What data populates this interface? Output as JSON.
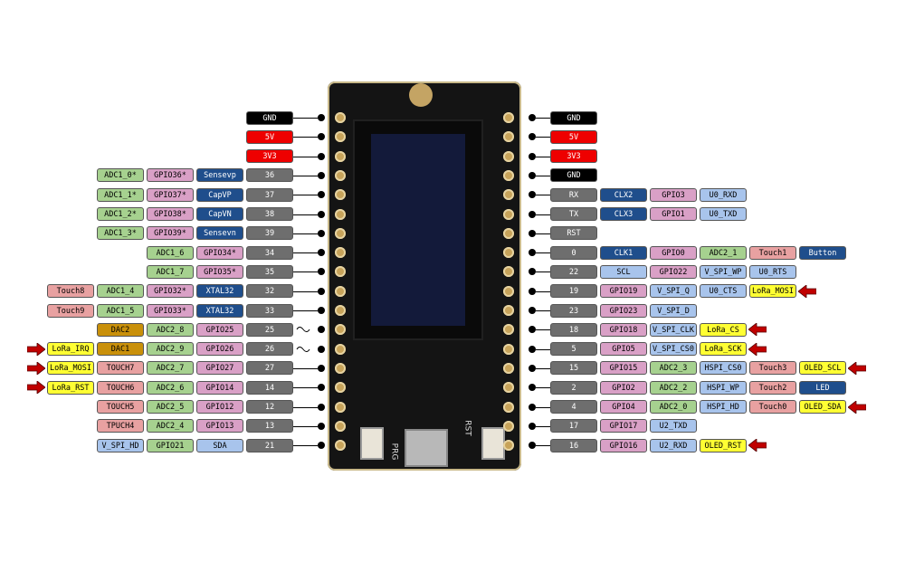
{
  "colors": {
    "black": "#000000",
    "red": "#ee0000",
    "blue": "#1f4e8c",
    "green": "#a6d18f",
    "pink": "#d9a0c6",
    "grey": "#6e6e6e",
    "lightblue": "#a8c4ec",
    "salmon": "#e8a1a1",
    "yellow": "#ffff33",
    "olive": "#c9900a",
    "arrow": "#c00000"
  },
  "board": {
    "labels": [
      "PRG",
      "RST"
    ]
  },
  "left_rows": [
    {
      "cells": [
        {
          "t": "GND",
          "c": "black"
        }
      ]
    },
    {
      "cells": [
        {
          "t": "5V",
          "c": "red"
        }
      ]
    },
    {
      "cells": [
        {
          "t": "3V3",
          "c": "red"
        }
      ]
    },
    {
      "cells": [
        {
          "t": "ADC1_0*",
          "c": "green"
        },
        {
          "t": "GPIO36*",
          "c": "pink"
        },
        {
          "t": "Sensevp",
          "c": "blue"
        },
        {
          "t": "36",
          "c": "grey"
        }
      ]
    },
    {
      "cells": [
        {
          "t": "ADC1_1*",
          "c": "green"
        },
        {
          "t": "GPIO37*",
          "c": "pink"
        },
        {
          "t": "CapVP",
          "c": "blue"
        },
        {
          "t": "37",
          "c": "grey"
        }
      ]
    },
    {
      "cells": [
        {
          "t": "ADC1_2*",
          "c": "green"
        },
        {
          "t": "GPIO38*",
          "c": "pink"
        },
        {
          "t": "CapVN",
          "c": "blue"
        },
        {
          "t": "38",
          "c": "grey"
        }
      ]
    },
    {
      "cells": [
        {
          "t": "ADC1_3*",
          "c": "green"
        },
        {
          "t": "GPIO39*",
          "c": "pink"
        },
        {
          "t": "Sensevn",
          "c": "blue"
        },
        {
          "t": "39",
          "c": "grey"
        }
      ]
    },
    {
      "cells": [
        {
          "t": "ADC1_6",
          "c": "green"
        },
        {
          "t": "GPIO34*",
          "c": "pink"
        },
        {
          "t": "34",
          "c": "grey"
        }
      ]
    },
    {
      "cells": [
        {
          "t": "ADC1_7",
          "c": "green"
        },
        {
          "t": "GPIO35*",
          "c": "pink"
        },
        {
          "t": "35",
          "c": "grey"
        }
      ]
    },
    {
      "cells": [
        {
          "t": "Touch8",
          "c": "salmon"
        },
        {
          "t": "ADC1_4",
          "c": "green"
        },
        {
          "t": "GPIO32*",
          "c": "pink"
        },
        {
          "t": "XTAL32",
          "c": "blue"
        },
        {
          "t": "32",
          "c": "grey"
        }
      ]
    },
    {
      "cells": [
        {
          "t": "Touch9",
          "c": "salmon"
        },
        {
          "t": "ADC1_5",
          "c": "green"
        },
        {
          "t": "GPIO33*",
          "c": "pink"
        },
        {
          "t": "XTAL32",
          "c": "blue"
        },
        {
          "t": "33",
          "c": "grey"
        }
      ]
    },
    {
      "cells": [
        {
          "t": "DAC2",
          "c": "olive"
        },
        {
          "t": "ADC2_8",
          "c": "green"
        },
        {
          "t": "GPIO25",
          "c": "pink"
        },
        {
          "t": "25",
          "c": "grey"
        }
      ],
      "wave": true
    },
    {
      "cells": [
        {
          "t": "LoRa_IRQ",
          "c": "yellow"
        },
        {
          "t": "DAC1",
          "c": "olive"
        },
        {
          "t": "ADC2_9",
          "c": "green"
        },
        {
          "t": "GPIO26",
          "c": "pink"
        },
        {
          "t": "26",
          "c": "grey"
        }
      ],
      "arrow": true,
      "wave": true
    },
    {
      "cells": [
        {
          "t": "LoRa_MOSI",
          "c": "yellow"
        },
        {
          "t": "TOUCH7",
          "c": "salmon"
        },
        {
          "t": "ADC2_7",
          "c": "green"
        },
        {
          "t": "GPIO27",
          "c": "pink"
        },
        {
          "t": "27",
          "c": "grey"
        }
      ],
      "arrow": true
    },
    {
      "cells": [
        {
          "t": "LoRa_RST",
          "c": "yellow"
        },
        {
          "t": "TOUCH6",
          "c": "salmon"
        },
        {
          "t": "ADC2_6",
          "c": "green"
        },
        {
          "t": "GPIO14",
          "c": "pink"
        },
        {
          "t": "14",
          "c": "grey"
        }
      ],
      "arrow": true
    },
    {
      "cells": [
        {
          "t": "TOUCH5",
          "c": "salmon"
        },
        {
          "t": "ADC2_5",
          "c": "green"
        },
        {
          "t": "GPIO12",
          "c": "pink"
        },
        {
          "t": "12",
          "c": "grey"
        }
      ]
    },
    {
      "cells": [
        {
          "t": "TPUCH4",
          "c": "salmon"
        },
        {
          "t": "ADC2_4",
          "c": "green"
        },
        {
          "t": "GPIO13",
          "c": "pink"
        },
        {
          "t": "13",
          "c": "grey"
        }
      ]
    },
    {
      "cells": [
        {
          "t": "V_SPI_HD",
          "c": "lightblue"
        },
        {
          "t": "GPIO21",
          "c": "green"
        },
        {
          "t": "SDA",
          "c": "lightblue"
        },
        {
          "t": "21",
          "c": "grey"
        }
      ]
    }
  ],
  "right_rows": [
    {
      "cells": [
        {
          "t": "GND",
          "c": "black"
        }
      ]
    },
    {
      "cells": [
        {
          "t": "5V",
          "c": "red"
        }
      ]
    },
    {
      "cells": [
        {
          "t": "3V3",
          "c": "red"
        }
      ]
    },
    {
      "cells": [
        {
          "t": "GND",
          "c": "black"
        }
      ]
    },
    {
      "cells": [
        {
          "t": "RX",
          "c": "grey"
        },
        {
          "t": "CLX2",
          "c": "blue"
        },
        {
          "t": "GPIO3",
          "c": "pink"
        },
        {
          "t": "U0_RXD",
          "c": "lightblue"
        }
      ]
    },
    {
      "cells": [
        {
          "t": "TX",
          "c": "grey"
        },
        {
          "t": "CLX3",
          "c": "blue"
        },
        {
          "t": "GPIO1",
          "c": "pink"
        },
        {
          "t": "U0_TXD",
          "c": "lightblue"
        }
      ]
    },
    {
      "cells": [
        {
          "t": "RST",
          "c": "grey"
        }
      ]
    },
    {
      "cells": [
        {
          "t": "0",
          "c": "grey"
        },
        {
          "t": "CLK1",
          "c": "blue"
        },
        {
          "t": "GPIO0",
          "c": "pink"
        },
        {
          "t": "ADC2_1",
          "c": "green"
        },
        {
          "t": "Touch1",
          "c": "salmon"
        },
        {
          "t": "Button",
          "c": "blue"
        }
      ]
    },
    {
      "cells": [
        {
          "t": "22",
          "c": "grey"
        },
        {
          "t": "SCL",
          "c": "lightblue"
        },
        {
          "t": "GPIO22",
          "c": "pink"
        },
        {
          "t": "V_SPI_WP",
          "c": "lightblue"
        },
        {
          "t": "U0_RTS",
          "c": "lightblue"
        }
      ]
    },
    {
      "cells": [
        {
          "t": "19",
          "c": "grey"
        },
        {
          "t": "GPIO19",
          "c": "pink"
        },
        {
          "t": "V_SPI_Q",
          "c": "lightblue"
        },
        {
          "t": "U0_CTS",
          "c": "lightblue"
        },
        {
          "t": "LoRa_MOSI",
          "c": "yellow"
        }
      ],
      "arrow": true
    },
    {
      "cells": [
        {
          "t": "23",
          "c": "grey"
        },
        {
          "t": "GPIO23",
          "c": "pink"
        },
        {
          "t": "V_SPI_D",
          "c": "lightblue"
        }
      ]
    },
    {
      "cells": [
        {
          "t": "18",
          "c": "grey"
        },
        {
          "t": "GPIO18",
          "c": "pink"
        },
        {
          "t": "V_SPI_CLK",
          "c": "lightblue"
        },
        {
          "t": "LoRa_CS",
          "c": "yellow"
        }
      ],
      "arrow": true
    },
    {
      "cells": [
        {
          "t": "5",
          "c": "grey"
        },
        {
          "t": "GPIO5",
          "c": "pink"
        },
        {
          "t": "V_SPI_CS0",
          "c": "lightblue"
        },
        {
          "t": "LoRa_SCK",
          "c": "yellow"
        }
      ],
      "arrow": true
    },
    {
      "cells": [
        {
          "t": "15",
          "c": "grey"
        },
        {
          "t": "GPIO15",
          "c": "pink"
        },
        {
          "t": "ADC2_3",
          "c": "green"
        },
        {
          "t": "HSPI_CS0",
          "c": "lightblue"
        },
        {
          "t": "Touch3",
          "c": "salmon"
        },
        {
          "t": "OLED_SCL",
          "c": "yellow"
        }
      ],
      "arrow": true
    },
    {
      "cells": [
        {
          "t": "2",
          "c": "grey"
        },
        {
          "t": "GPIO2",
          "c": "pink"
        },
        {
          "t": "ADC2_2",
          "c": "green"
        },
        {
          "t": "HSPI_WP",
          "c": "lightblue"
        },
        {
          "t": "Touch2",
          "c": "salmon"
        },
        {
          "t": "LED",
          "c": "blue"
        }
      ]
    },
    {
      "cells": [
        {
          "t": "4",
          "c": "grey"
        },
        {
          "t": "GPIO4",
          "c": "pink"
        },
        {
          "t": "ADC2_0",
          "c": "green"
        },
        {
          "t": "HSPI_HD",
          "c": "lightblue"
        },
        {
          "t": "Touch0",
          "c": "salmon"
        },
        {
          "t": "OLED_SDA",
          "c": "yellow"
        }
      ],
      "arrow": true
    },
    {
      "cells": [
        {
          "t": "17",
          "c": "grey"
        },
        {
          "t": "GPIO17",
          "c": "pink"
        },
        {
          "t": "U2_TXD",
          "c": "lightblue"
        }
      ]
    },
    {
      "cells": [
        {
          "t": "16",
          "c": "grey"
        },
        {
          "t": "GPIO16",
          "c": "pink"
        },
        {
          "t": "U2_RXD",
          "c": "lightblue"
        },
        {
          "t": "OLED_RST",
          "c": "yellow"
        }
      ],
      "arrow": true
    }
  ]
}
